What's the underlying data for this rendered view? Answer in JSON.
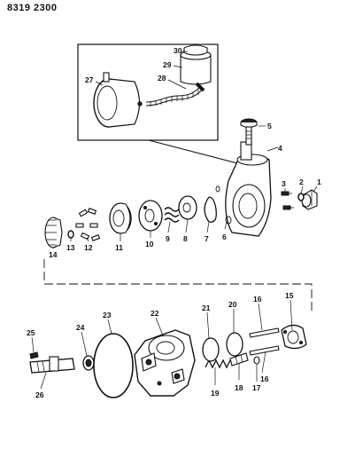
{
  "document_id": "8319 2300",
  "callouts": [
    {
      "id": "1",
      "text": "1"
    },
    {
      "id": "2",
      "text": "2"
    },
    {
      "id": "3",
      "text": "3"
    },
    {
      "id": "4",
      "text": "4"
    },
    {
      "id": "5",
      "text": "5"
    },
    {
      "id": "6",
      "text": "6"
    },
    {
      "id": "7",
      "text": "7"
    },
    {
      "id": "8",
      "text": "8"
    },
    {
      "id": "9",
      "text": "9"
    },
    {
      "id": "10",
      "text": "10"
    },
    {
      "id": "11",
      "text": "11"
    },
    {
      "id": "12",
      "text": "12"
    },
    {
      "id": "13",
      "text": "13"
    },
    {
      "id": "14",
      "text": "14"
    },
    {
      "id": "15",
      "text": "15"
    },
    {
      "id": "16a",
      "text": "16"
    },
    {
      "id": "16b",
      "text": "16"
    },
    {
      "id": "17",
      "text": "17"
    },
    {
      "id": "18",
      "text": "18"
    },
    {
      "id": "19",
      "text": "19"
    },
    {
      "id": "20",
      "text": "20"
    },
    {
      "id": "21",
      "text": "21"
    },
    {
      "id": "22",
      "text": "22"
    },
    {
      "id": "23",
      "text": "23"
    },
    {
      "id": "24",
      "text": "24"
    },
    {
      "id": "25",
      "text": "25"
    },
    {
      "id": "26",
      "text": "26"
    },
    {
      "id": "27",
      "text": "27"
    },
    {
      "id": "28",
      "text": "28"
    },
    {
      "id": "29",
      "text": "29"
    },
    {
      "id": "30",
      "text": "30"
    }
  ]
}
